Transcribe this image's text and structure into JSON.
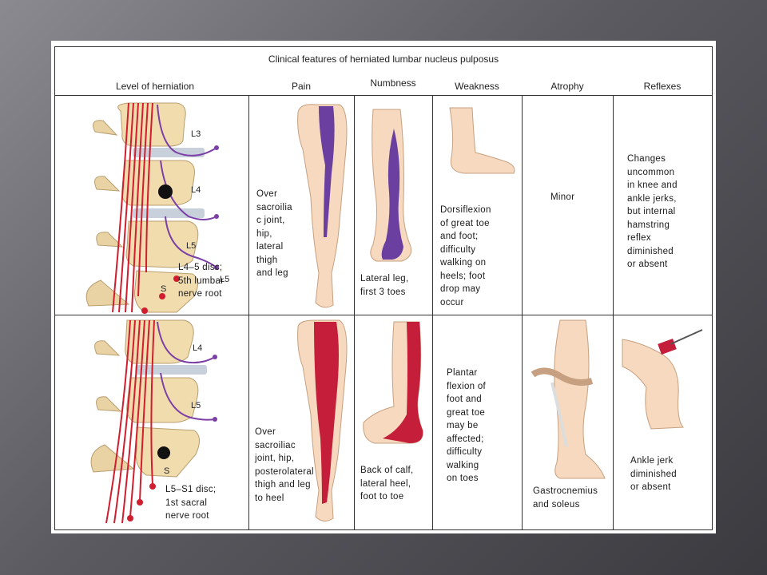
{
  "title": "Clinical features of herniated lumbar nucleus pulposus",
  "headers": {
    "level": "Level of herniation",
    "pain": "Pain",
    "numbness": "Numbness",
    "weakness": "Weakness",
    "atrophy": "Atrophy",
    "reflexes": "Reflexes"
  },
  "rows": [
    {
      "level": "L4–5 disc;\n5th lumbar\nnerve root",
      "vertebrae": [
        "L3",
        "L4",
        "L5",
        "S"
      ],
      "nerve_label": "L5",
      "pain": "Over\nsacroilia\nc joint,\nhip,\nlateral\nthigh\nand leg",
      "numbness": "Lateral leg,\nfirst 3 toes",
      "weakness": "Dorsiflexion\nof great toe\nand foot;\ndifficulty\nwalking on\nheels; foot\ndrop may\noccur",
      "atrophy": "Minor",
      "reflexes": "Changes\nuncommon\nin knee and\nankle jerks,\nbut internal\nhamstring\nreflex\ndiminished\nor absent",
      "color": "#6b3fa0"
    },
    {
      "level": "L5–S1 disc;\n1st sacral\nnerve root",
      "vertebrae": [
        "L4",
        "L5",
        "S"
      ],
      "pain": "Over\nsacroiliac\njoint, hip,\nposterolateral\nthigh and leg\nto heel",
      "numbness": "Back of calf,\nlateral heel,\nfoot to toe",
      "weakness": "Plantar\nflexion of\nfoot and\ngreat toe\nmay be\naffected;\ndifficulty\nwalking\non toes",
      "atrophy": "Gastrocnemius\nand soleus",
      "reflexes": "Ankle jerk\ndiminished\nor absent",
      "color": "#c41e3a"
    }
  ]
}
